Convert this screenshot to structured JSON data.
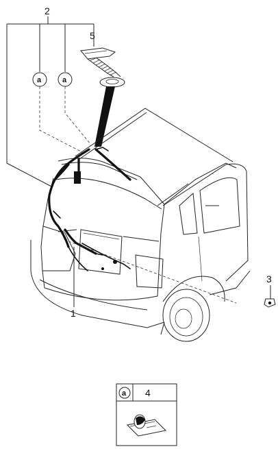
{
  "callouts": {
    "c1": "1",
    "c2": "2",
    "c3": "3",
    "c4": "4",
    "c5": "5"
  },
  "connector_markers": {
    "marker_a": "a"
  },
  "legend_box": {
    "marker": "a",
    "part_number": "4"
  }
}
